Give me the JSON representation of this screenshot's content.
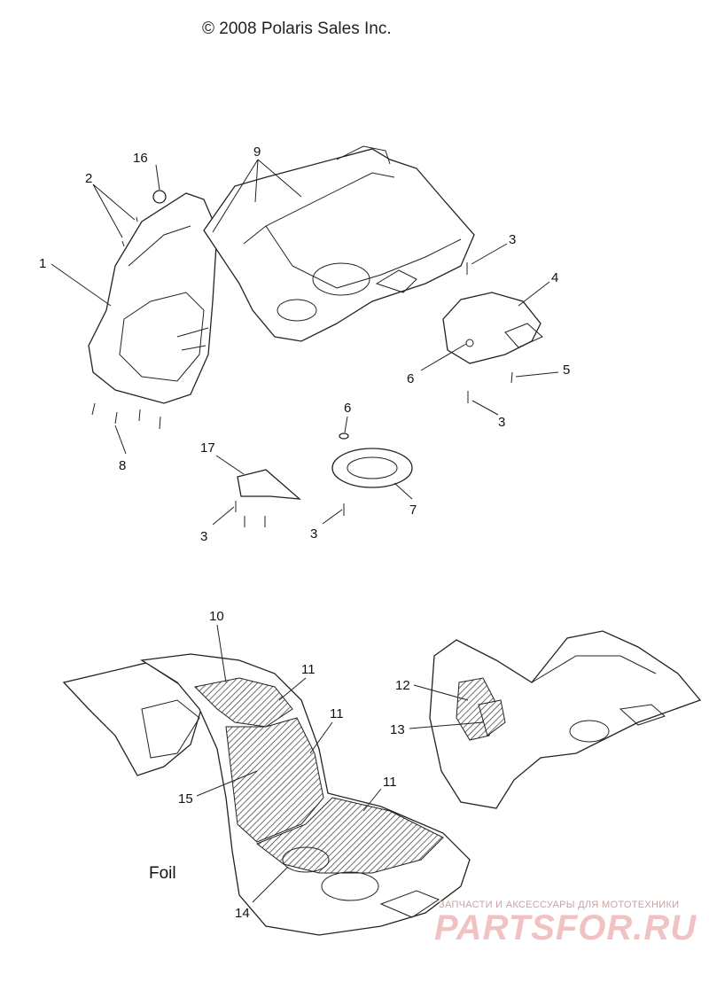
{
  "header": {
    "copyright": "© 2008 Polaris Sales Inc."
  },
  "callouts": {
    "c1": "1",
    "c2": "2",
    "c3a": "3",
    "c3b": "3",
    "c3c": "3",
    "c3d": "3",
    "c4": "4",
    "c5": "5",
    "c6a": "6",
    "c6b": "6",
    "c7": "7",
    "c8": "8",
    "c9": "9",
    "c16": "16",
    "c17": "17",
    "c10": "10",
    "c11a": "11",
    "c11b": "11",
    "c11c": "11",
    "c12": "12",
    "c13": "13",
    "c14": "14",
    "c15": "15"
  },
  "foil_label": "Foil",
  "watermark": {
    "tagline": "ЗАПЧАСТИ И АКСЕССУАРЫ ДЛЯ МОТОТЕХНИКИ",
    "brand": "PARTSFOR.RU"
  }
}
